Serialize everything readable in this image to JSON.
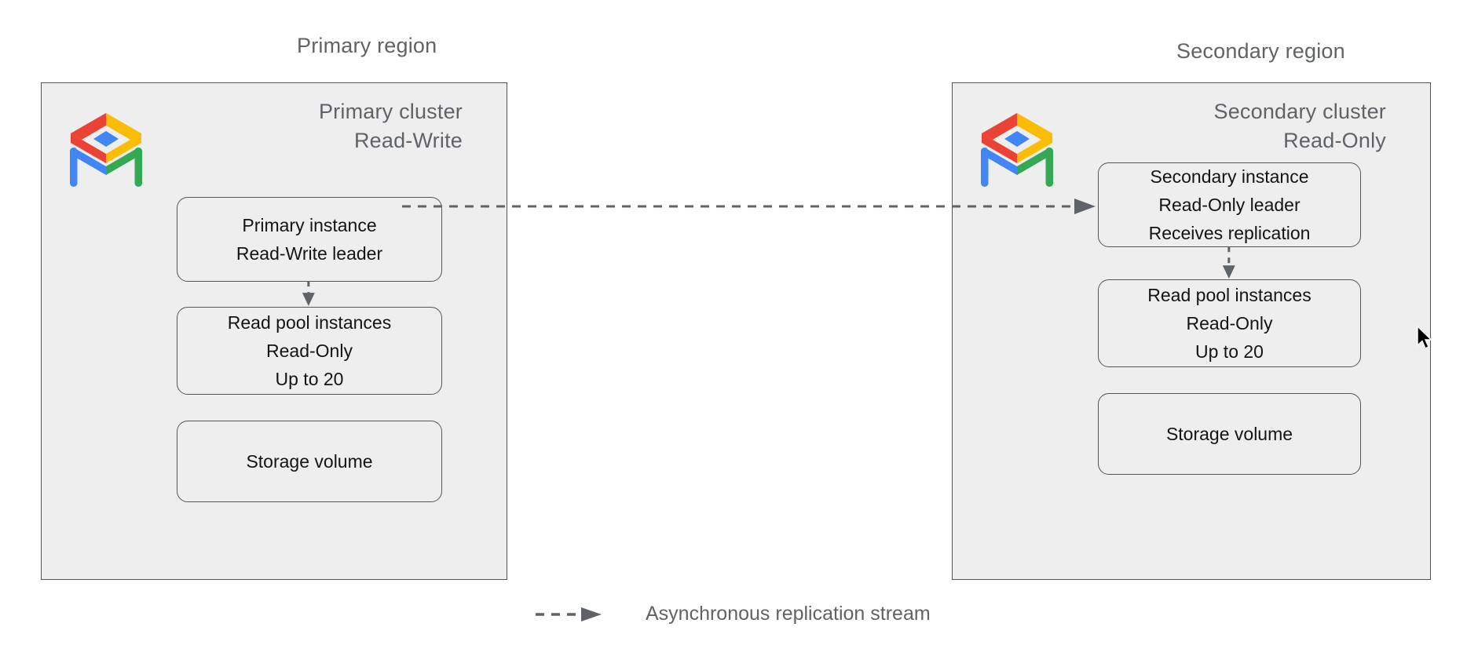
{
  "diagram": {
    "title_primary_region": "Primary region",
    "title_secondary_region": "Secondary region",
    "colors": {
      "panel_fill": "#eeeeee",
      "panel_border": "#555555",
      "node_border": "#555555",
      "muted_text": "#5f6368",
      "body_text": "#141414",
      "arrow": "#5f6368",
      "logo_red": "#ea4335",
      "logo_yellow": "#fbbc04",
      "logo_green": "#34a853",
      "logo_blue": "#4285f4"
    }
  },
  "primary": {
    "region_label": "Primary region",
    "cluster_label": "Primary cluster\nRead-Write",
    "logo_name": "alloydb-logo",
    "nodes": [
      {
        "id": "primary-instance",
        "text": "Primary instance\nRead-Write leader"
      },
      {
        "id": "primary-read-pool",
        "text": "Read pool instances\nRead-Only\nUp to 20"
      },
      {
        "id": "primary-storage",
        "text": "Storage volume"
      }
    ]
  },
  "secondary": {
    "region_label": "Secondary region",
    "cluster_label": "Secondary cluster\nRead-Only",
    "logo_name": "alloydb-logo",
    "nodes": [
      {
        "id": "secondary-instance",
        "text": "Secondary instance\nRead-Only leader\nReceives replication"
      },
      {
        "id": "secondary-read-pool",
        "text": "Read pool instances\nRead-Only\nUp to 20"
      },
      {
        "id": "secondary-storage",
        "text": "Storage volume"
      }
    ]
  },
  "legend": {
    "items": [
      {
        "id": "async-replication",
        "label": "Asynchronous replication stream",
        "style": "dashed-arrow"
      }
    ],
    "label": "Asynchronous replication stream"
  }
}
